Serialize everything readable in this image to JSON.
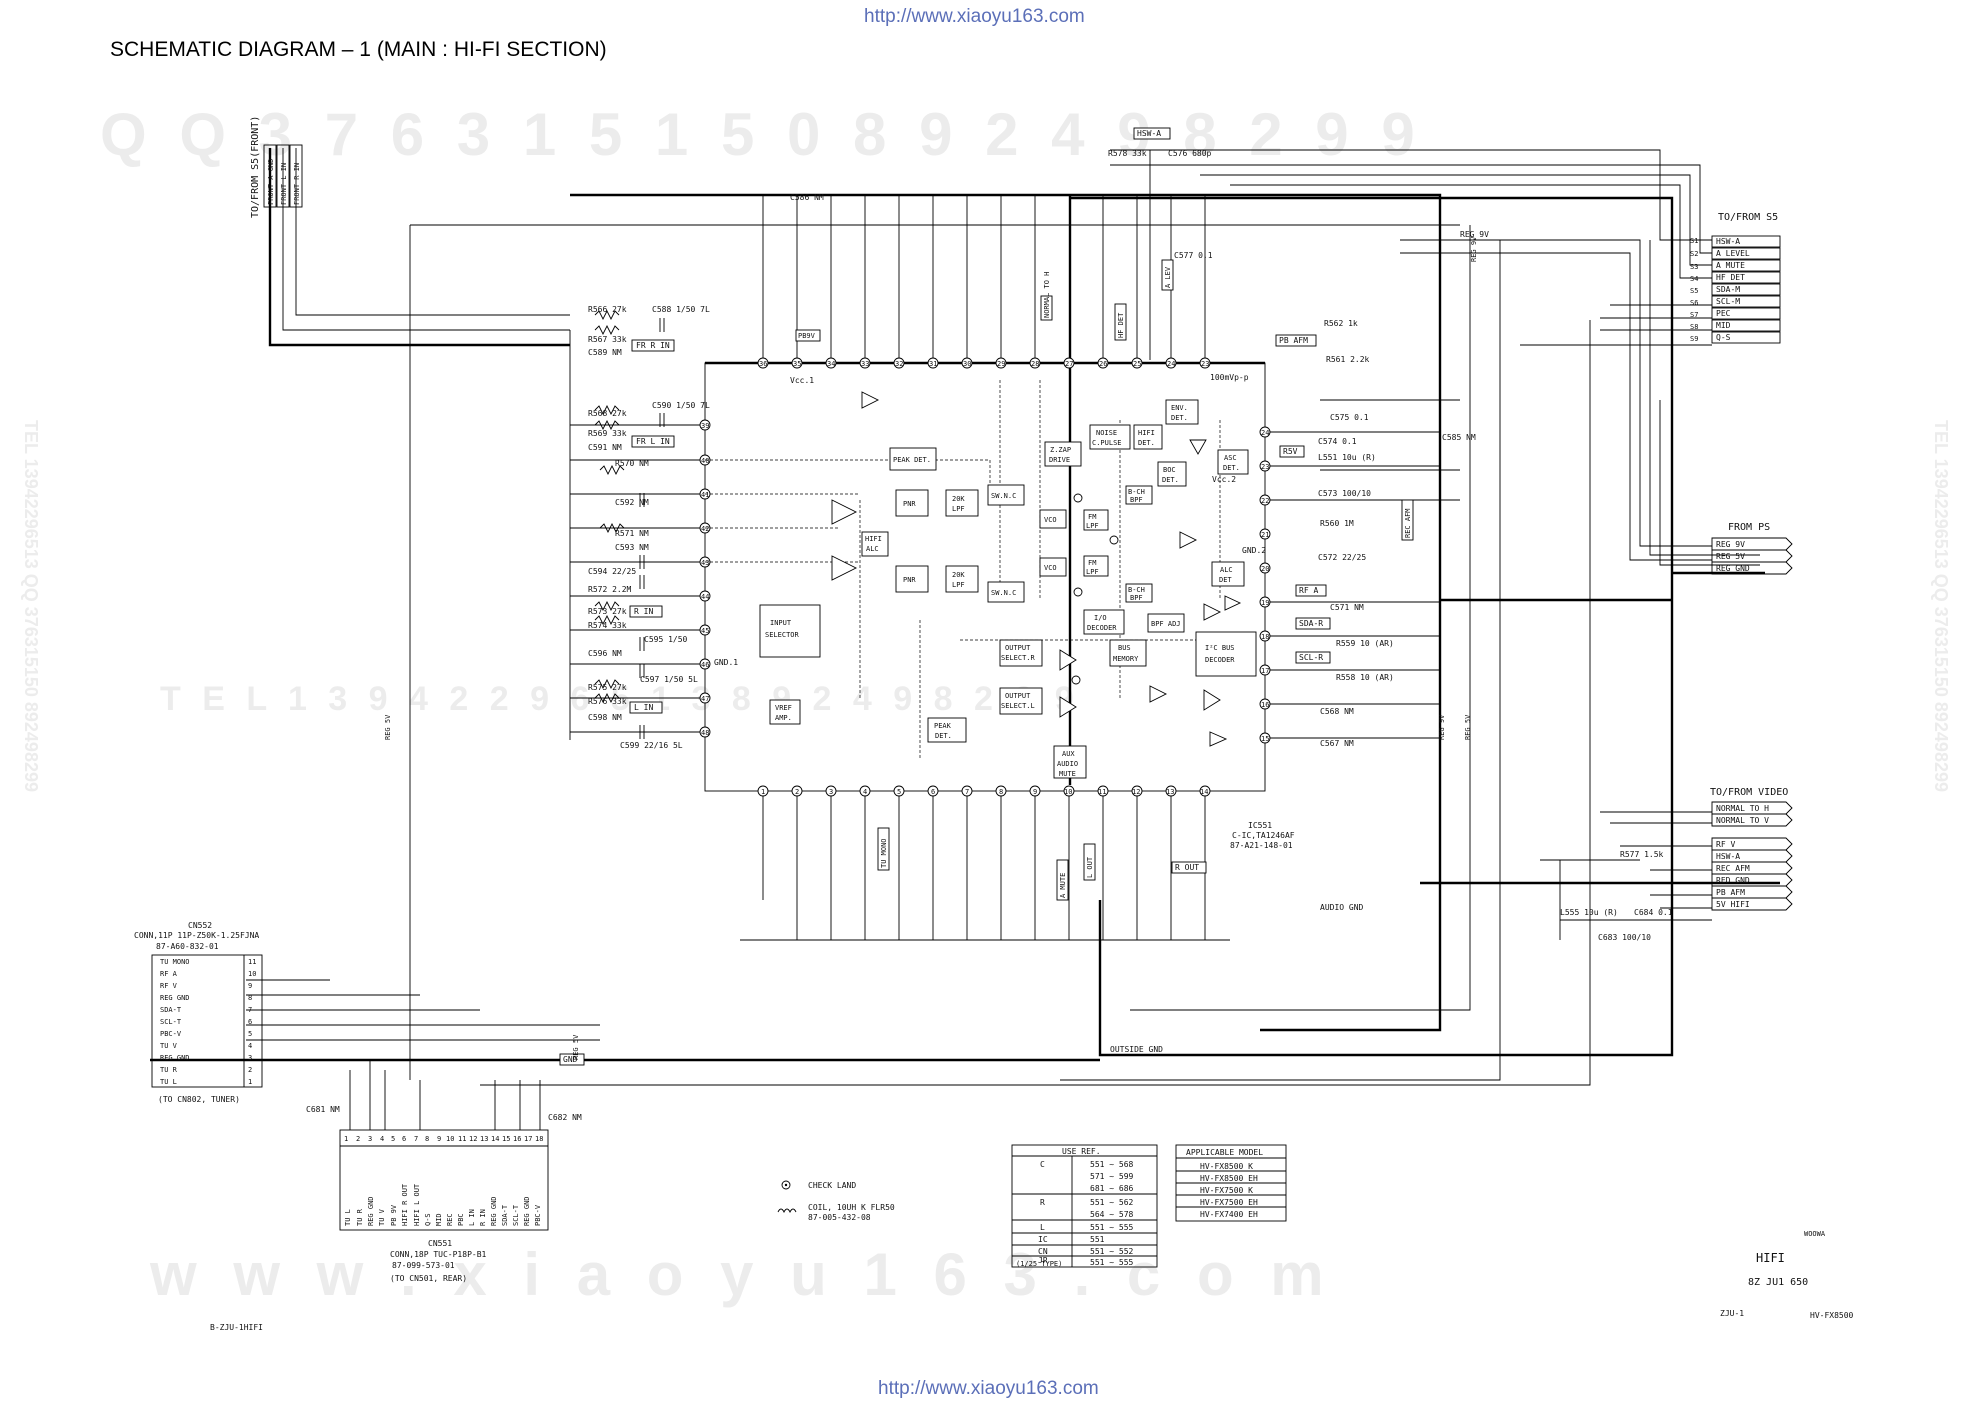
{
  "header": {
    "url_top": "http://www.xiaoyu163.com",
    "url_bottom": "http://www.xiaoyu163.com",
    "title": "SCHEMATIC  DIAGRAM – 1 (MAIN : HI-FI SECTION)"
  },
  "watermarks": {
    "top": "Q Q  3 7 6 3 1 5 1 5 0     8 9 2 4 9 8 2 9 9",
    "middle": "T E L  1 3 9 4 2 2 9 6 5 1 3     8 9 2 4 9 8 2 9 9",
    "bottom": "w w w . x i a o y u 1 6 3 . c o m",
    "left_vertical": "TEL 13942296513  QQ 376315150 892498299",
    "right_vertical": "TEL 13942296513  QQ 376315150 892498299"
  },
  "front": {
    "label": "TO/FROM S5(FRONT)",
    "pins": [
      "FRONT A GND",
      "FRONT L IN",
      "FRONT R IN"
    ]
  },
  "s5": {
    "label": "TO/FROM S5",
    "pins": [
      {
        "num": "S1",
        "name": "HSW-A"
      },
      {
        "num": "S2",
        "name": "A LEVEL"
      },
      {
        "num": "S3",
        "name": "A MUTE"
      },
      {
        "num": "S4",
        "name": "HF DET"
      },
      {
        "num": "S5",
        "name": "SDA-M"
      },
      {
        "num": "S6",
        "name": "SCL-M"
      },
      {
        "num": "S7",
        "name": "PEC"
      },
      {
        "num": "S8",
        "name": "MID"
      },
      {
        "num": "S9",
        "name": "Q-S"
      }
    ]
  },
  "ps": {
    "label": "FROM PS",
    "pins": [
      "REG 9V",
      "REG 5V",
      "REG GND"
    ]
  },
  "video": {
    "label": "TO/FROM VIDEO",
    "pins": [
      "NORMAL TO H",
      "NORMAL TO V",
      "RF V",
      "HSW-A",
      "REC AFM",
      "RED GND",
      "PB AFM",
      "5V HIFI"
    ]
  },
  "cn552": {
    "title": "CN552",
    "part1": "CONN,11P 11P-Z50K-1.25FJNA",
    "part2": "87-A60-832-01",
    "note": "(TO CN802, TUNER)",
    "rows": [
      {
        "name": "TU MONO",
        "num": "11"
      },
      {
        "name": "RF A",
        "num": "10"
      },
      {
        "name": "RF V",
        "num": "9"
      },
      {
        "name": "REG GND",
        "num": "8"
      },
      {
        "name": "SDA-T",
        "num": "7"
      },
      {
        "name": "SCL-T",
        "num": "6"
      },
      {
        "name": "PBC-V",
        "num": "5"
      },
      {
        "name": "TU V",
        "num": "4"
      },
      {
        "name": "REG GND",
        "num": "3"
      },
      {
        "name": "TU R",
        "num": "2"
      },
      {
        "name": "TU L",
        "num": "1"
      }
    ]
  },
  "cn551": {
    "title": "CN551",
    "part1": "CONN,18P TUC-P18P-B1",
    "part2": "87-099-573-01",
    "note": "(TO CN501, REAR)",
    "pin_nums": [
      "1",
      "2",
      "3",
      "4",
      "5",
      "6",
      "7",
      "8",
      "9",
      "10",
      "11",
      "12",
      "13",
      "14",
      "15",
      "16",
      "17",
      "18"
    ],
    "pin_names": [
      "TU L",
      "TU R",
      "REG GND",
      "TU V",
      "PB 9V",
      "HIFI R OUT",
      "HIFI L OUT",
      "Q-S",
      "MID",
      "REC",
      "PBC",
      "L IN",
      "R IN",
      "REG GND",
      "SDA-T",
      "SCL-T",
      "REG GND",
      "PBC-V"
    ]
  },
  "ic": {
    "ref": "IC551",
    "name": "C-IC,TA1246AF",
    "part": "87-A21-148-01",
    "blocks": [
      "INPUT SELECTOR",
      "PNR",
      "PNR",
      "20K LPF",
      "20K LPF",
      "PEAK DET.",
      "PEAK DET.",
      "SW.N.C",
      "SW.N.C",
      "VCO",
      "VCO",
      "FM LPF",
      "FM LPF",
      "HIFI ALC",
      "Z.ZAP DRIVE",
      "NOISE C.PULSE",
      "HIFI DET.",
      "ENV. DET.",
      "ASC DET.",
      "BOC DET.",
      "ALC DET",
      "I/O DECODER",
      "BPF ADJ",
      "BUS MEMORY",
      "I²C BUS DECODER",
      "OUTPUT SELECT.R",
      "OUTPUT SELECT.L",
      "VREF AMP.",
      "AUX AUDIO MUTE",
      "B-CH BPF",
      "B-CH BPF"
    ]
  },
  "nets": {
    "reg9v": "REG 9V",
    "reg5v": "REG 5V",
    "audio_gnd": "AUDIO GND",
    "outside_gnd": "OUTSIDE GND",
    "gnd": "GND",
    "hsw_a": "HSW-A",
    "pb_afm": "PB AFM",
    "rec_afm": "REC AFM",
    "rf_a": "RF A",
    "sda_r": "SDA-R",
    "scl_r": "SCL-R",
    "r_in": "R IN",
    "l_in": "L IN",
    "fr_r_in": "FR R IN",
    "fr_l_in": "FR L IN",
    "r_out": "R OUT",
    "l_out": "L OUT",
    "a_mute": "A MUTE",
    "a_lev": "A LEV",
    "hf_det": "HF DET",
    "tu_mono": "TU MONO",
    "pb9v": "PB9V",
    "normal_to_h": "NORMAL TO H",
    "rsv": "R5V",
    "vcc1": "Vcc.1",
    "vcc2": "Vcc.2",
    "gnd2": "GND.2",
    "gnd1": "GND.1",
    "level_100mv": "100mVp-p"
  },
  "components": {
    "c586": "C586 NM",
    "c577": "C577 0.1",
    "r578": "R578 33k",
    "c576": "C576 680p",
    "r566": "R566 27k",
    "r567": "R567 33k",
    "c588": "C588 1/50 7L",
    "c589": "C589 NM",
    "r568": "R568 27k",
    "r569": "R569 33k",
    "c590": "C590 1/50 7L",
    "c591": "C591 NM",
    "r570": "R570 NM",
    "c592": "C592 NM",
    "r571": "R571 NM",
    "c593": "C593 NM",
    "c594": "C594 22/25",
    "r572": "R572 2.2M",
    "r573": "R573 27k",
    "r574": "R574 33k",
    "c595": "C595 1/50",
    "c596": "C596 NM",
    "r575": "R575 27k",
    "r576": "R576 33k",
    "c597": "C597 1/50 5L",
    "c598": "C598 NM",
    "c599": "C599 22/16 5L",
    "r562": "R562 1k",
    "r561": "R561 2.2k",
    "c575": "C575 0.1",
    "c574": "C574 0.1",
    "l551": "L551 10u (R)",
    "c573": "C573 100/10",
    "r560": "R560 1M",
    "c572": "C572 22/25",
    "c571": "C571 NM",
    "r559": "R559 10 (AR)",
    "r558": "R558 10 (AR)",
    "c568": "C568 NM",
    "c567": "C567 NM",
    "c585": "C585 NM",
    "r577": "R577 1.5k",
    "l555": "L555 10u (R)",
    "c683": "C683 100/10",
    "c684": "C684 0.1",
    "c681": "C681 NM",
    "c682": "C682 NM"
  },
  "use_ref": {
    "title": "USE REF.",
    "rows": [
      {
        "k": "C",
        "v": "551 ~ 568"
      },
      {
        "k": "",
        "v": "571 ~ 599"
      },
      {
        "k": "",
        "v": "681 ~ 686"
      },
      {
        "k": "R",
        "v": "551 ~ 562"
      },
      {
        "k": "",
        "v": "564 ~ 578"
      },
      {
        "k": "L",
        "v": "551 ~ 555"
      },
      {
        "k": "IC",
        "v": "551"
      },
      {
        "k": "CN",
        "v": "551 ~ 552"
      },
      {
        "k": "JR",
        "v": "551 ~ 555"
      }
    ],
    "note": "(1/25 TYPE)"
  },
  "applicable": {
    "title": "APPLICABLE MODEL",
    "models": [
      "HV-FX8500 K",
      "HV-FX8500 EH",
      "HV-FX7500 K",
      "HV-FX7500 EH",
      "HV-FX7400 EH"
    ]
  },
  "legend": {
    "check": "CHECK LAND",
    "coil1": "COIL, 10UH K FLR50",
    "coil2": "87-005-432-08"
  },
  "footer": {
    "brand": "WOOWA",
    "section": "HIFI",
    "code": "8Z  JU1  650",
    "zju": "ZJU-1",
    "model": "HV-FX8500",
    "board": "B-ZJU-1HIFI"
  }
}
